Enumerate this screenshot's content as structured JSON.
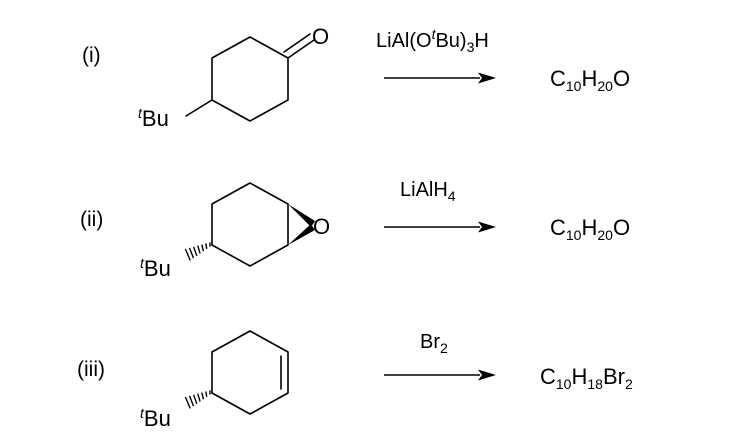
{
  "reactions": [
    {
      "label": "(i)",
      "substituent": {
        "sup": "t",
        "text": "Bu"
      },
      "heteroatom": "O",
      "reagent": {
        "pre": "LiAl(O",
        "sup": "t",
        "mid": "Bu)",
        "sub": "3",
        "post": "H"
      },
      "product": {
        "c": "C",
        "c_sub": "10",
        "h": "H",
        "h_sub": "20",
        "tail": "O"
      }
    },
    {
      "label": "(ii)",
      "substituent": {
        "sup": "t",
        "text": "Bu"
      },
      "heteroatom": "O",
      "reagent": {
        "pre": "LiAlH",
        "sub": "4"
      },
      "product": {
        "c": "C",
        "c_sub": "10",
        "h": "H",
        "h_sub": "20",
        "tail": "O"
      }
    },
    {
      "label": "(iii)",
      "substituent": {
        "sup": "t",
        "text": "Bu"
      },
      "reagent": {
        "pre": "Br",
        "sub": "2"
      },
      "product": {
        "c": "C",
        "c_sub": "10",
        "h": "H",
        "h_sub": "18",
        "tail": "Br",
        "tail_sub": "2"
      }
    }
  ]
}
